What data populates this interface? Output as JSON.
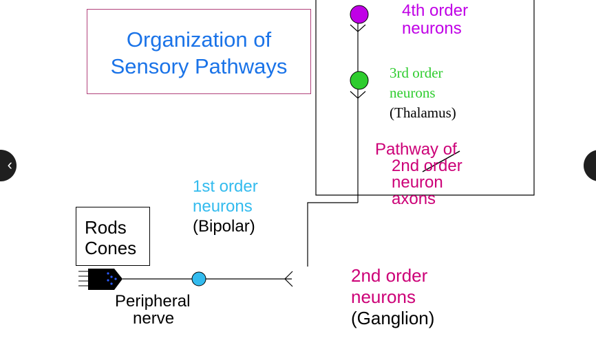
{
  "title": {
    "line1": "Organization of",
    "line2": "Sensory Pathways"
  },
  "labels": {
    "fourth_order": {
      "line1": "4th order",
      "line2": "neurons"
    },
    "third_order": {
      "line1": "3rd order",
      "line2": "neurons",
      "line3": "(Thalamus)"
    },
    "pathway": {
      "line1": "Pathway of",
      "line2": "2nd order",
      "line3": "neuron",
      "line4": "axons"
    },
    "first_order": {
      "line1": "1st order",
      "line2": "neurons",
      "line3": "(Bipolar)"
    },
    "rods_cones": {
      "line1": "Rods",
      "line2": "Cones"
    },
    "peripheral": {
      "line1": "Peripheral",
      "line2": "nerve"
    },
    "second_order": {
      "line1": "2nd order",
      "line2": "neurons",
      "line3": "(Ganglion)"
    }
  },
  "colors": {
    "title": "#1a73e8",
    "title_border": "#b0407a",
    "fourth_order": "#c000e6",
    "third_order": "#2ecc2e",
    "pathway": "#cc0077",
    "first_order": "#33bbee",
    "second_order": "#cc0077",
    "black": "#000000"
  },
  "nav": {
    "prev_icon": "chevron-left",
    "next_icon": "chevron-right",
    "prev_glyph": "‹",
    "next_glyph": ""
  }
}
